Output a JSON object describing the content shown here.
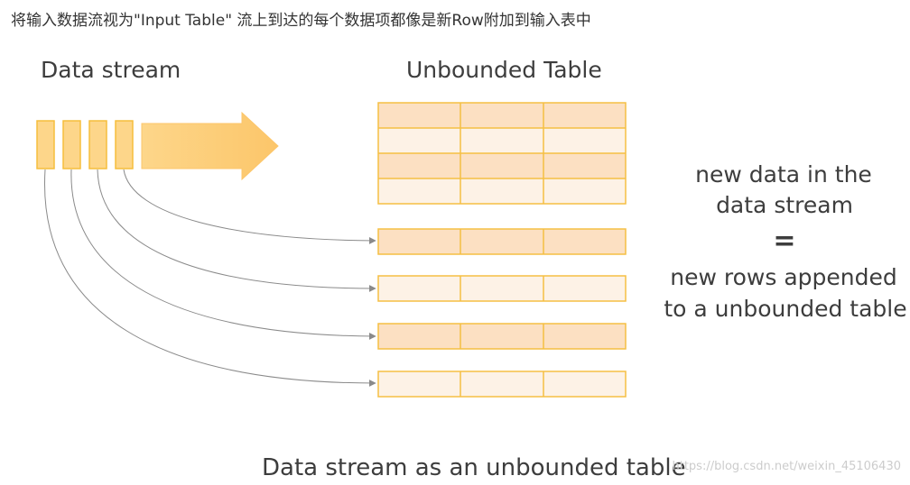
{
  "caption": "将输入数据流视为\"Input Table\" 流上到达的每个数据项都像是新Row附加到输入表中",
  "diagram": {
    "left_label": "Data stream",
    "table_label": "Unbounded Table",
    "equation": {
      "line1": "new data in the",
      "line2": "data stream",
      "equals": "=",
      "line3": "new rows appended",
      "line4": "to a unbounded table"
    },
    "bottom_caption": "Data stream as an unbounded table"
  },
  "colors": {
    "block_fill": "#fdd68a",
    "block_stroke": "#f5be3c",
    "row_dark": "#fce0c2",
    "row_light": "#fdf2e6",
    "grid_stroke": "#f5bf43",
    "connector": "#8a8a8a"
  },
  "watermark": "https://blog.csdn.net/weixin_45106430"
}
